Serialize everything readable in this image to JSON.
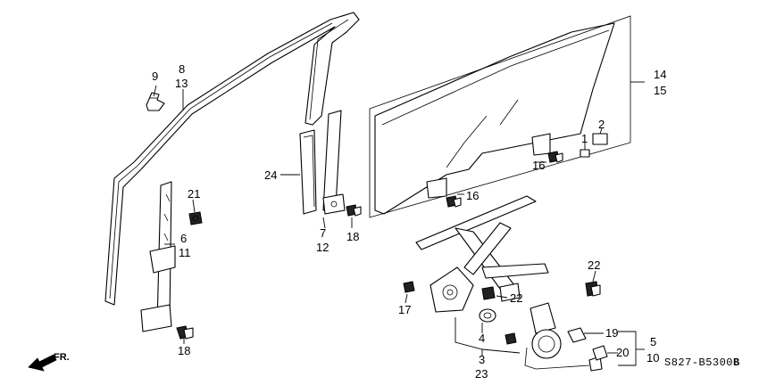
{
  "callouts": {
    "c9": "9",
    "c8": "8",
    "c13": "13",
    "c14": "14",
    "c15": "15",
    "c1": "1",
    "c2": "2",
    "c16a": "16",
    "c16b": "16",
    "c24": "24",
    "c21": "21",
    "c6": "6",
    "c11": "11",
    "c7": "7",
    "c12": "12",
    "c18a": "18",
    "c18b": "18",
    "c22a": "22",
    "c22b": "22",
    "c17": "17",
    "c4": "4",
    "c3": "3",
    "c23": "23",
    "c19": "19",
    "c20": "20",
    "c5": "5",
    "c10": "10"
  },
  "diagram_code": "S827-B5300",
  "diagram_code_suffix": "B",
  "direction_label": "FR."
}
